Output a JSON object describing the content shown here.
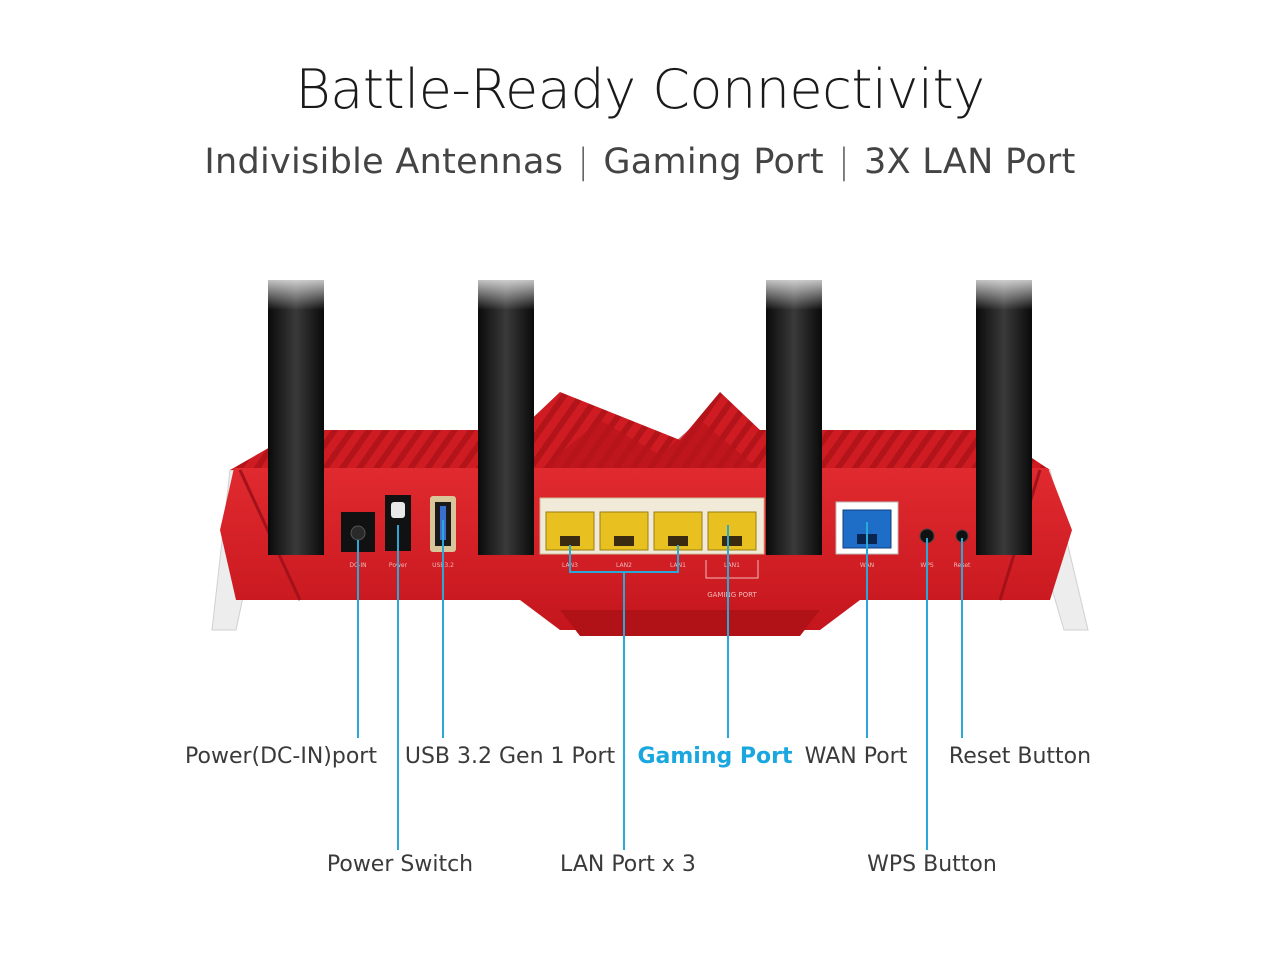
{
  "header": {
    "title": "Battle-Ready Connectivity",
    "features": [
      "Indivisible Antennas",
      "Gaming Port",
      "3X LAN Port"
    ],
    "separator": "|"
  },
  "router": {
    "port_labels": [
      "DC-IN",
      "Power",
      "USB3.2",
      "LAN3",
      "LAN2",
      "LAN1",
      "LAN1",
      "WAN",
      "WPS",
      "Reset"
    ],
    "gaming_port_silkscreen": "GAMING PORT"
  },
  "callouts": {
    "power_dc_in": "Power(DC-IN)port",
    "power_switch": "Power Switch",
    "usb": "USB 3.2 Gen 1 Port",
    "lan": "LAN Port x 3",
    "gaming_port": "Gaming Port",
    "wan": "WAN Port",
    "wps": "WPS Button",
    "reset": "Reset Button"
  },
  "colors": {
    "chassis_red": "#d91f26",
    "chassis_dark_red": "#a3121a",
    "lan_port_yellow": "#e8c020",
    "wan_port_blue": "#1e6ec8",
    "callout_line": "#2aa8d8",
    "highlight_label": "#1aa7e0"
  }
}
